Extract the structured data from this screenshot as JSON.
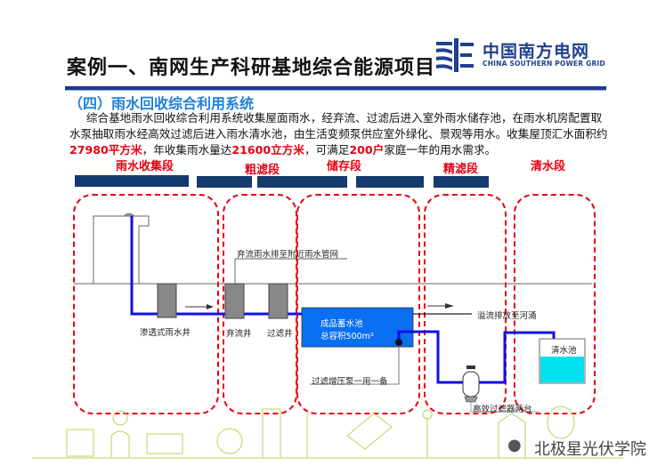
{
  "header": {
    "title": "案例一、南网生产科研基地综合能源项目",
    "logo": {
      "icon": "china-southern-grid-logo-icon",
      "name_cn": "中国南方电网",
      "name_en": "CHINA SOUTHERN POWER GRID",
      "color": "#1f3f8f"
    }
  },
  "section": {
    "subtitle": "（四）雨水回收综合利用系统",
    "paragraph": {
      "p1": "综合基地雨水回收综合利用系统收集屋面雨水，经弃流、过滤后进入室外雨水储存池，在雨水机房配置取水泵抽取雨水经高效过滤后进入雨水清水池，由生活变频泵供应室外绿化、景观等用水。收集屋顶汇水面积约",
      "h1": "27980平方米",
      "p2": "，年收集雨水量达",
      "h2": "21600立方米",
      "p3": "，可满足",
      "h3": "200户",
      "p4": "家庭一年的用水需求。"
    },
    "highlight_color": "#e60012"
  },
  "diagram": {
    "stages": [
      {
        "label": "雨水收集段"
      },
      {
        "label": "粗滤段"
      },
      {
        "label": "储存段"
      },
      {
        "label": "精滤段"
      },
      {
        "label": "清水段"
      }
    ],
    "labels": {
      "infiltration_well": "渗透式雨水井",
      "diversion_well": "弃流井",
      "filter_well": "过滤井",
      "diversion_drain": "弃流雨水排至附近雨水管网",
      "storage_tank_line1": "成品蓄水池",
      "storage_tank_line2": "总容积500m³",
      "booster_pump": "过滤增压泵一用一备",
      "overflow": "溢流排放至河涌",
      "clear_tank": "清水池",
      "hi_eff_filter": "高效过滤器两台"
    },
    "colors": {
      "pipe": "#1010e0",
      "storage_tank": "#0a6ff0",
      "clear_water": "#00e0f0",
      "zone_border": "#e60012",
      "stage_bar": "#143a6e"
    }
  },
  "footer": {
    "watermark": "北极星光伏学院",
    "watermark_icon": "wechat-icon"
  }
}
